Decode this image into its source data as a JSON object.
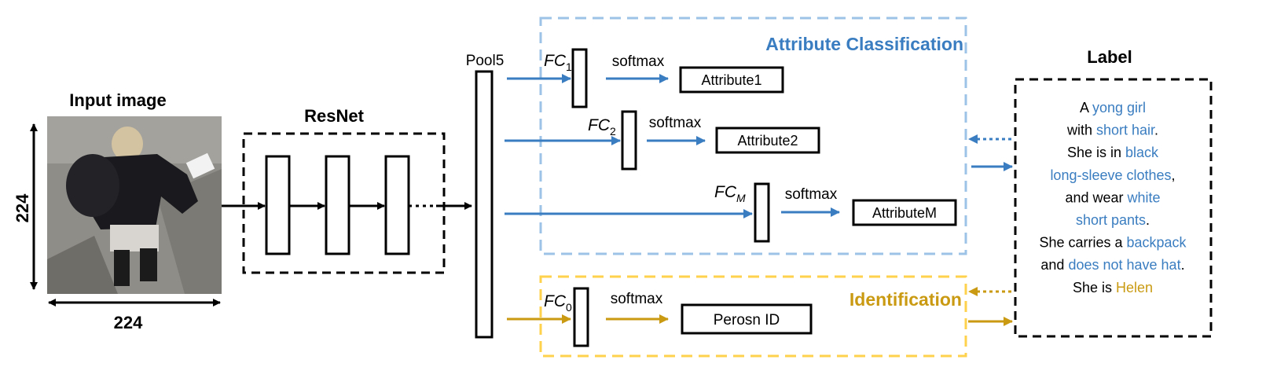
{
  "input": {
    "title": "Input image",
    "height_label": "224",
    "width_label": "224"
  },
  "resnet": {
    "title": "ResNet"
  },
  "pool": {
    "label": "Pool5"
  },
  "attribute_section": {
    "title": "Attribute Classification",
    "heads": [
      {
        "fc_main": "FC",
        "fc_sub": "1",
        "softmax": "softmax",
        "output": "Attribute1"
      },
      {
        "fc_main": "FC",
        "fc_sub": "2",
        "softmax": "softmax",
        "output": "Attribute2"
      },
      {
        "fc_main": "FC",
        "fc_sub": "M",
        "softmax": "softmax",
        "output": "AttributeM"
      }
    ]
  },
  "identification_section": {
    "title": "Identification",
    "head": {
      "fc_main": "FC",
      "fc_sub": "0",
      "softmax": "softmax",
      "output": "Perosn ID"
    }
  },
  "label_box": {
    "title": "Label",
    "lines": [
      [
        {
          "t": "A ",
          "c": "plain"
        },
        {
          "t": "yong girl",
          "c": "attr"
        }
      ],
      [
        {
          "t": "with ",
          "c": "plain"
        },
        {
          "t": "short hair",
          "c": "attr"
        },
        {
          "t": ".",
          "c": "plain"
        }
      ],
      [
        {
          "t": "She is in ",
          "c": "plain"
        },
        {
          "t": "black",
          "c": "attr"
        }
      ],
      [
        {
          "t": "long-sleeve clothes",
          "c": "attr"
        },
        {
          "t": ",",
          "c": "plain"
        }
      ],
      [
        {
          "t": "and wear ",
          "c": "plain"
        },
        {
          "t": "white",
          "c": "attr"
        }
      ],
      [
        {
          "t": "short pants",
          "c": "attr"
        },
        {
          "t": ".",
          "c": "plain"
        }
      ],
      [
        {
          "t": "She carries a ",
          "c": "plain"
        },
        {
          "t": "backpack",
          "c": "attr"
        }
      ],
      [
        {
          "t": "and ",
          "c": "plain"
        },
        {
          "t": "does not have hat",
          "c": "attr"
        },
        {
          "t": ".",
          "c": "plain"
        }
      ],
      [
        {
          "t": "She is ",
          "c": "plain"
        },
        {
          "t": "Helen",
          "c": "id"
        }
      ]
    ]
  },
  "colors": {
    "attr": "#3a7dc0",
    "id": "#c99a12",
    "plain": "#000000",
    "attr_box_border": "#9dc3e6",
    "id_box_border": "#ffd24d"
  }
}
